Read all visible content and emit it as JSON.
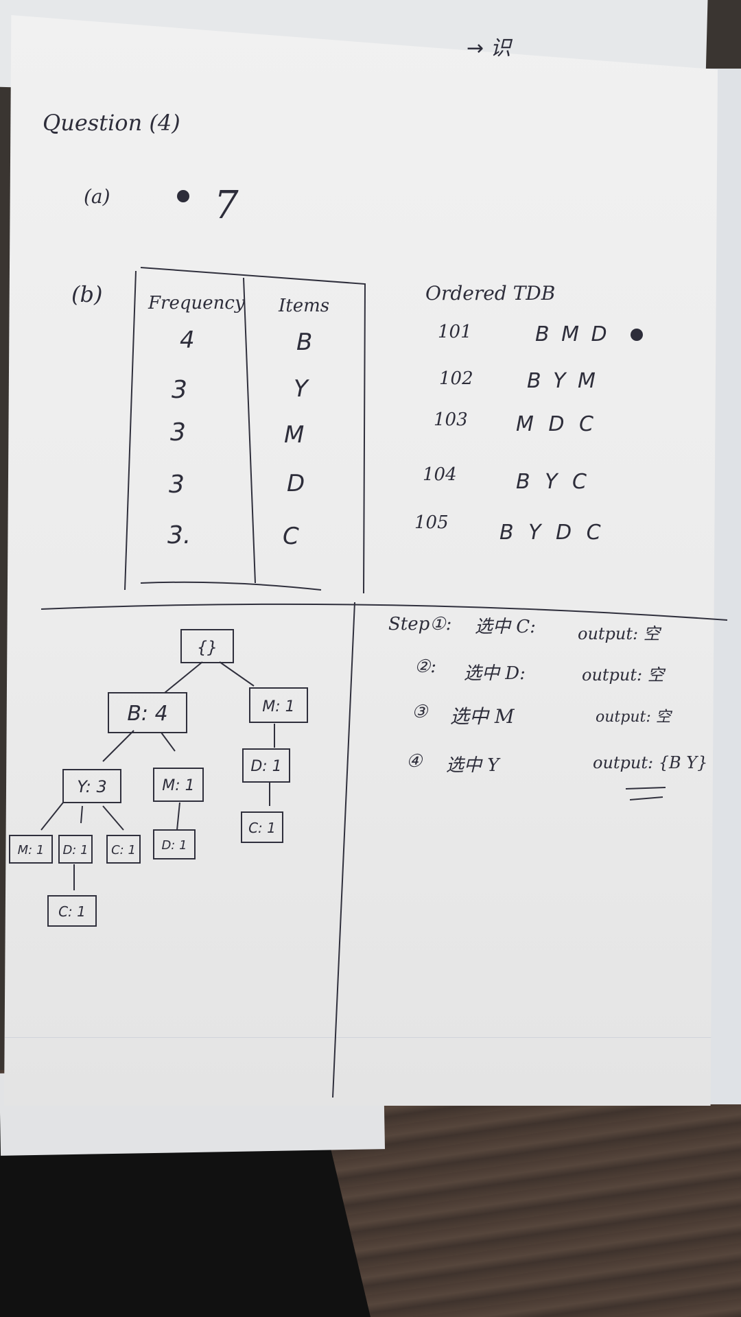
{
  "question_title": "Question (4)",
  "part_a": {
    "label": "(a)",
    "answer": "7"
  },
  "part_b": {
    "label": "(b)",
    "table_headers": {
      "frequency": "Frequency",
      "items": "Items"
    },
    "table_rows": [
      {
        "frequency": "4",
        "item": "B"
      },
      {
        "frequency": "3",
        "item": "Y"
      },
      {
        "frequency": "3",
        "item": "M"
      },
      {
        "frequency": "3",
        "item": "D"
      },
      {
        "frequency": "3.",
        "item": "C"
      }
    ],
    "ordered_tdb_title": "Ordered TDB",
    "ordered_tdb": [
      {
        "tid": "101",
        "items": "B M D"
      },
      {
        "tid": "102",
        "items": "B Y M"
      },
      {
        "tid": "103",
        "items": "M D C"
      },
      {
        "tid": "104",
        "items": "B Y C"
      },
      {
        "tid": "105",
        "items": "B Y D C"
      }
    ]
  },
  "tree_nodes": {
    "root": "{}",
    "b": "B: 4",
    "m_top": "M: 1",
    "y": "Y: 3",
    "m_mid": "M: 1",
    "d_right": "D: 1",
    "c_right": "C: 1",
    "m_low": "M: 1",
    "d_low": "D: 1",
    "c_low": "C: 1",
    "d_mid": "D: 1",
    "c_bottom": "C: 1"
  },
  "steps": [
    {
      "label": "Step①:",
      "action": "选中 C:",
      "output": "output: 空"
    },
    {
      "label": "②:",
      "action": "选中 D:",
      "output": "output: 空"
    },
    {
      "label": "③",
      "action": "选中 M",
      "output": "output: 空"
    },
    {
      "label": "④",
      "action": "选中 Y",
      "output": "output: {B Y}"
    }
  ],
  "top_scrap_text": "→ 识"
}
